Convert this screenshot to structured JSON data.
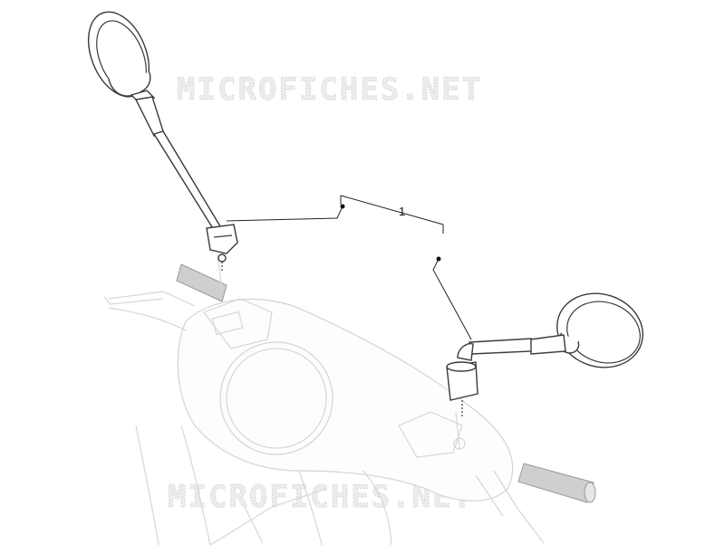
{
  "diagram": {
    "callout_label": "1",
    "watermark_top": "MICROFICHES.NET",
    "watermark_bottom": "MICROFICHES.NET"
  }
}
